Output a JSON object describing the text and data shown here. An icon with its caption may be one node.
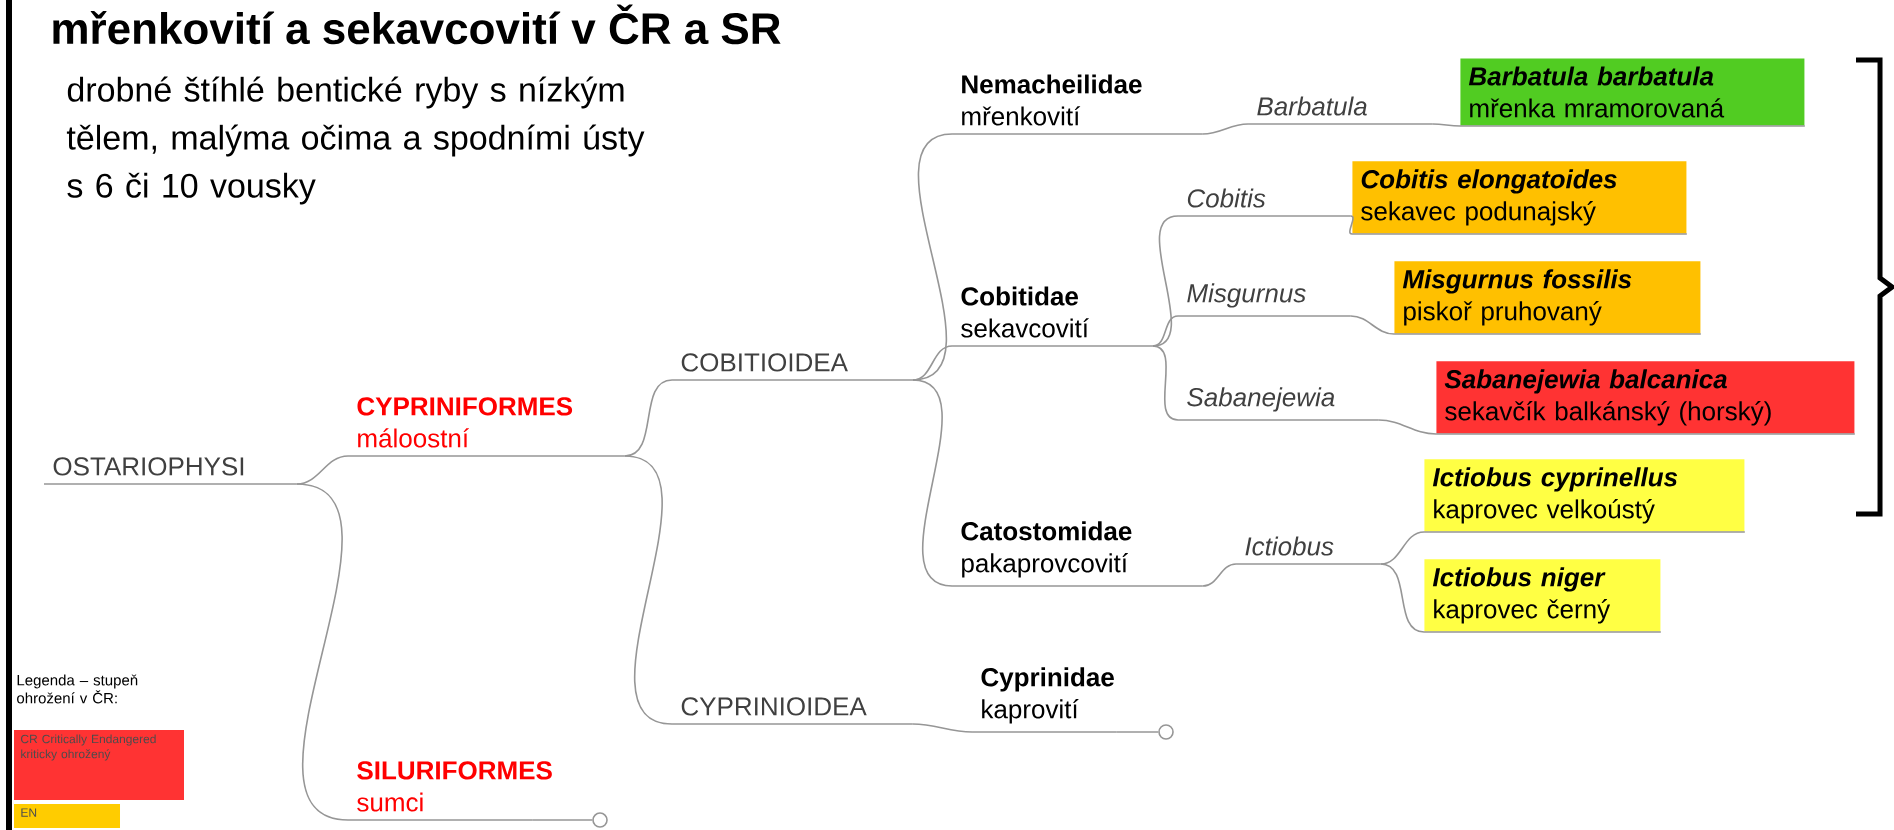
{
  "diagram": {
    "title": "mřenkovití a sekavcovití v ČR a SR",
    "nodes": [
      {
        "text": [
          "OSTARIOPHYSI"
        ]
      },
      {
        "text": [
          "CYPRINIFORMES",
          "máloostní"
        ]
      },
      {
        "text": [
          "SILURIFORMES",
          "sumci"
        ]
      },
      {
        "text": [
          "COBITIOIDEA"
        ]
      },
      {
        "text": [
          "CYPRINIOIDEA"
        ]
      },
      {
        "text": [
          "Nemacheilidae",
          "mřenkovití"
        ]
      },
      {
        "text": [
          "Cobitidae",
          "sekavcovití"
        ]
      },
      {
        "text": [
          "Catostomidae",
          "pakaprovcovití"
        ]
      },
      {
        "text": [
          "Cyprinidae",
          "kaprovití"
        ]
      },
      {
        "text": [
          "Barbatula"
        ]
      },
      {
        "text": [
          "Cobitis"
        ]
      },
      {
        "text": [
          "Misgurnus"
        ]
      },
      {
        "text": [
          "Sabanejewia"
        ]
      },
      {
        "text": [
          "Ictiobus"
        ]
      },
      {
        "text": [
          "Barbatula barbatula",
          "mřenka mramorovaná"
        ]
      },
      {
        "text": [
          "Cobitis elongatoides",
          "sekavec podunajský"
        ]
      },
      {
        "text": [
          "Misgurnus fossilis",
          "piskoř pruhovaný"
        ]
      },
      {
        "text": [
          "Sabanejewia balcanica",
          "sekavčík balkánský (horský)"
        ]
      },
      {
        "text": [
          "Ictiobus cyprinellus",
          "kaprovec velkoústý"
        ]
      },
      {
        "text": [
          "Ictiobus niger",
          "kaprovec černý"
        ]
      },
      {
        "text": [],
        "shape": "circle"
      },
      {
        "text": [],
        "shape": "circle"
      }
    ],
    "edges": [
      {
        "from": 0,
        "to": 1,
        "arrow": "none"
      },
      {
        "from": 0,
        "to": 2,
        "arrow": "none"
      },
      {
        "from": 1,
        "to": 3,
        "arrow": "none"
      },
      {
        "from": 1,
        "to": 4,
        "arrow": "none"
      },
      {
        "from": 3,
        "to": 5,
        "arrow": "none"
      },
      {
        "from": 3,
        "to": 6,
        "arrow": "none"
      },
      {
        "from": 3,
        "to": 7,
        "arrow": "none"
      },
      {
        "from": 4,
        "to": 8,
        "arrow": "none"
      },
      {
        "from": 5,
        "to": 9,
        "arrow": "none"
      },
      {
        "from": 6,
        "to": 10,
        "arrow": "none"
      },
      {
        "from": 6,
        "to": 11,
        "arrow": "none"
      },
      {
        "from": 6,
        "to": 12,
        "arrow": "none"
      },
      {
        "from": 7,
        "to": 13,
        "arrow": "none"
      },
      {
        "from": 9,
        "to": 14,
        "arrow": "none"
      },
      {
        "from": 10,
        "to": 15,
        "arrow": "none"
      },
      {
        "from": 11,
        "to": 16,
        "arrow": "none"
      },
      {
        "from": 12,
        "to": 17,
        "arrow": "none"
      },
      {
        "from": 13,
        "to": 18,
        "arrow": "none"
      },
      {
        "from": 13,
        "to": 19,
        "arrow": "none"
      },
      {
        "from": 8,
        "to": 20,
        "arrow": "none"
      },
      {
        "from": 2,
        "to": 21,
        "arrow": "none"
      }
    ],
    "labels": [
      "drobné štíhlé bentické ryby s nízkým tělem, malýma očima a spodními ústy s 6 či 10 vousky",
      "Legenda – stupeň ohrožení v ČR:"
    ],
    "legend": [
      {
        "text": "CR Critically Endangered kriticky ohrožený",
        "color": "#ff3333"
      },
      {
        "text": "EN",
        "color": "#ffcc00"
      }
    ]
  }
}
